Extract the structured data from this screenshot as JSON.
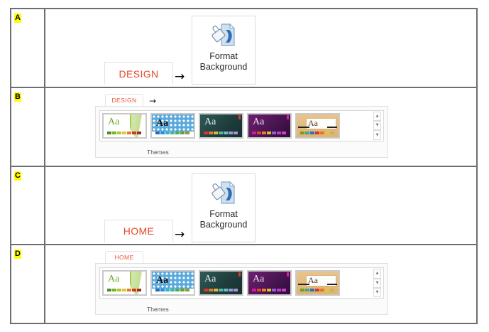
{
  "rows": [
    {
      "letter": "A",
      "kind": "button",
      "tab_label": "DESIGN",
      "arrow": "→",
      "button_label_line1": "Format",
      "button_label_line2": "Background",
      "icon": "format-background-icon"
    },
    {
      "letter": "B",
      "kind": "ribbon",
      "tab_label": "DESIGN",
      "arrow": "→",
      "group_label": "Themes",
      "scroll_buttons": [
        "▲",
        "▼",
        "▼"
      ]
    },
    {
      "letter": "C",
      "kind": "button",
      "tab_label": "HOME",
      "arrow": "→",
      "button_label_line1": "Format",
      "button_label_line2": "Background",
      "icon": "format-background-icon"
    },
    {
      "letter": "D",
      "kind": "ribbon",
      "tab_label": "HOME",
      "arrow": "",
      "group_label": "Themes",
      "scroll_buttons": [
        "▲",
        "▼",
        "▼"
      ]
    }
  ],
  "themes": [
    {
      "name": "facet-theme",
      "aa": "Aa",
      "aa_color": "#6aa81e",
      "swatches": [
        "#4a8f1f",
        "#7cb518",
        "#a6c93a",
        "#e8c33a",
        "#e07b2a",
        "#d3391f",
        "#9c2f1a"
      ],
      "marker": ""
    },
    {
      "name": "dots-theme",
      "aa": "Aa",
      "aa_color": "#111111",
      "swatches": [
        "#1d6fb8",
        "#2a8fd4",
        "#35b3c9",
        "#3fb89a",
        "#4aa85f",
        "#6f9c3a",
        "#8f9c2a"
      ],
      "marker": ""
    },
    {
      "name": "dark-teal-theme",
      "aa": "Aa",
      "aa_color": "#e8efee",
      "swatches": [
        "#d6352a",
        "#e07a2a",
        "#e8b33a",
        "#4fb8a8",
        "#6fb8c9",
        "#8f9fd4",
        "#b08fd4"
      ],
      "marker": "#d23b2a"
    },
    {
      "name": "purple-theme",
      "aa": "Aa",
      "aa_color": "#f2e6f2",
      "swatches": [
        "#d6199c",
        "#e0462a",
        "#e8802a",
        "#d4c12a",
        "#8f5fd4",
        "#b03fd4",
        "#d43fc9"
      ],
      "marker": "#e019a8"
    },
    {
      "name": "wood-theme",
      "aa": "Aa",
      "aa_color": "#4a3a20",
      "swatches": [
        "#6f9c2a",
        "#3fa88f",
        "#2a6fc9",
        "#d6352a",
        "#e07a2a",
        "#e8c33a",
        "#c9b06a"
      ],
      "marker": ""
    }
  ]
}
